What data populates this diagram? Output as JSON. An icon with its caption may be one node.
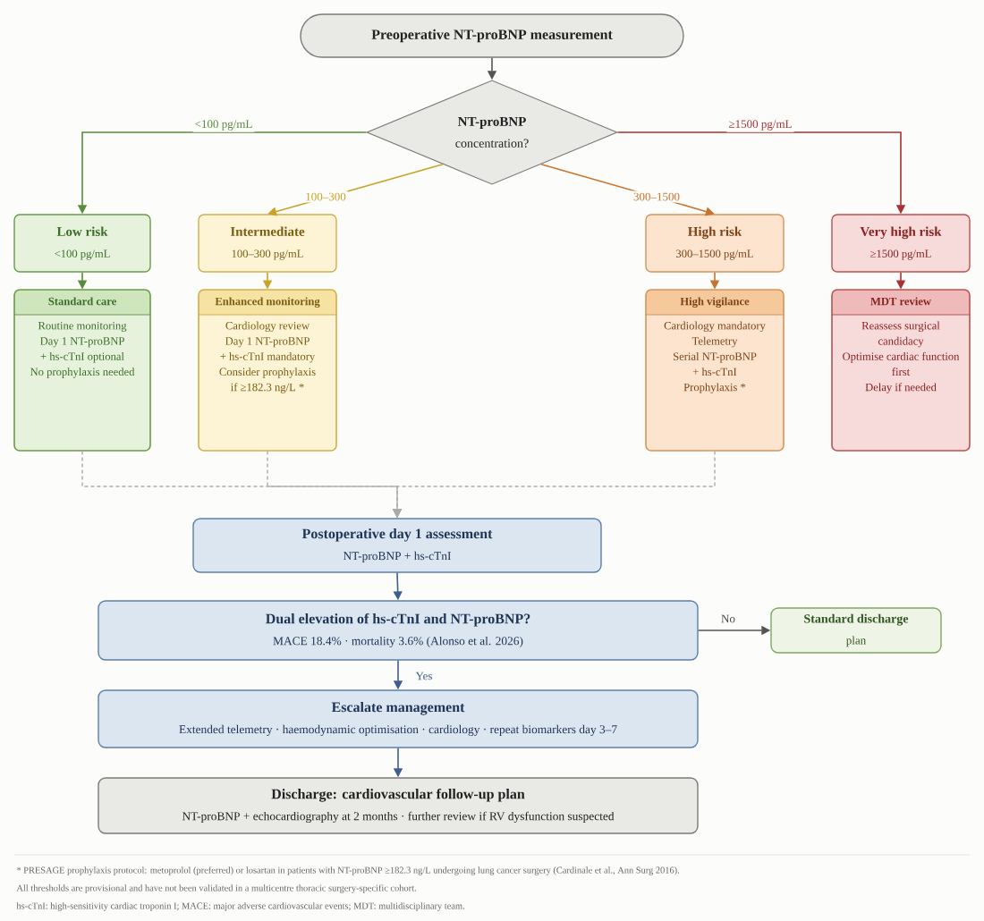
{
  "diagram": {
    "nodes": [
      {
        "text": [
          "Preoperative NT-proBNP measurement"
        ]
      },
      {
        "text": [
          "NT-proBNP",
          "concentration?"
        ]
      },
      {
        "text": [
          "Low risk",
          "<100 pg/mL"
        ]
      },
      {
        "text": [
          "Intermediate",
          "100–300 pg/mL"
        ]
      },
      {
        "text": [
          "High risk",
          "300–1500 pg/mL"
        ]
      },
      {
        "text": [
          "Very high risk",
          "≥1500 pg/mL"
        ]
      },
      {
        "text": [
          "Standard care",
          "Routine monitoring",
          "Day 1 NT-proBNP",
          "+ hs-cTnI optional",
          "No prophylaxis needed"
        ]
      },
      {
        "text": [
          "Enhanced monitoring",
          "Cardiology review",
          "Day 1 NT-proBNP",
          "+ hs-cTnI mandatory",
          "Consider prophylaxis",
          "if ≥182.3 ng/L *"
        ]
      },
      {
        "text": [
          "High vigilance",
          "Cardiology mandatory",
          "Telemetry",
          "Serial NT-proBNP",
          "+ hs-cTnI",
          "Prophylaxis *"
        ]
      },
      {
        "text": [
          "MDT review",
          "Reassess surgical candidacy",
          "Optimise cardiac function first",
          "Delay if needed"
        ]
      },
      {
        "text": [
          "Postoperative day 1 assessment",
          "NT-proBNP + hs-cTnI"
        ]
      },
      {
        "text": [
          "Dual elevation of hs-cTnI and NT-proBNP?",
          "MACE 18.4% · mortality 3.6% (Alonso et al. 2026)"
        ]
      },
      {
        "text": [
          "Standard discharge",
          "plan"
        ]
      },
      {
        "text": [
          "Escalate management",
          "Extended telemetry · haemodynamic optimisation · cardiology · repeat biomarkers day 3–7"
        ]
      },
      {
        "text": [
          "Discharge: cardiovascular follow-up plan",
          "NT-proBNP + echocardiography at 2 months · further review if RV dysfunction suspected"
        ]
      }
    ],
    "edges": [
      {
        "from": 0,
        "to": 1,
        "arrow": "to"
      },
      {
        "from": 1,
        "to": 2,
        "arrow": "to",
        "label": "<100 pg/mL",
        "color": "#5a8a3c"
      },
      {
        "from": 1,
        "to": 3,
        "arrow": "to",
        "label": "100–300",
        "color": "#c9a227"
      },
      {
        "from": 1,
        "to": 4,
        "arrow": "to",
        "label": "300–1500",
        "color": "#c8742e"
      },
      {
        "from": 1,
        "to": 5,
        "arrow": "to",
        "label": "≥1500 pg/mL",
        "color": "#a83232"
      },
      {
        "from": 2,
        "to": 6,
        "arrow": "to",
        "color": "#5a8a3c"
      },
      {
        "from": 3,
        "to": 7,
        "arrow": "to",
        "color": "#c9a227"
      },
      {
        "from": 4,
        "to": 8,
        "arrow": "to",
        "color": "#c8742e"
      },
      {
        "from": 5,
        "to": 9,
        "arrow": "to",
        "color": "#a83232"
      },
      {
        "from": 6,
        "to": 10,
        "arrow": "to",
        "style": "dashed",
        "color": "#aaaaaa"
      },
      {
        "from": 7,
        "to": 10,
        "arrow": "to",
        "style": "dashed",
        "color": "#aaaaaa"
      },
      {
        "from": 8,
        "to": 10,
        "arrow": "to",
        "style": "dashed",
        "color": "#aaaaaa"
      },
      {
        "from": 10,
        "to": 11,
        "arrow": "to",
        "color": "#3d5f8f"
      },
      {
        "from": 11,
        "to": 12,
        "arrow": "to",
        "label": "No"
      },
      {
        "from": 11,
        "to": 13,
        "arrow": "to",
        "label": "Yes",
        "color": "#3d5f8f"
      },
      {
        "from": 13,
        "to": 14,
        "arrow": "to",
        "color": "#3d5f8f"
      }
    ],
    "labels": [
      "* PRESAGE prophylaxis protocol: metoprolol (preferred) or losartan in patients with NT-proBNP ≥182.3 ng/L undergoing lung cancer surgery (Cardinale et al., Ann Surg 2016).",
      "All thresholds are provisional and have not been validated in a multicentre thoracic surgery-specific cohort.",
      "hs-cTnI: high-sensitivity cardiac troponin I; MACE: major adverse cardiovascular events; MDT: multidisciplinary team."
    ]
  }
}
